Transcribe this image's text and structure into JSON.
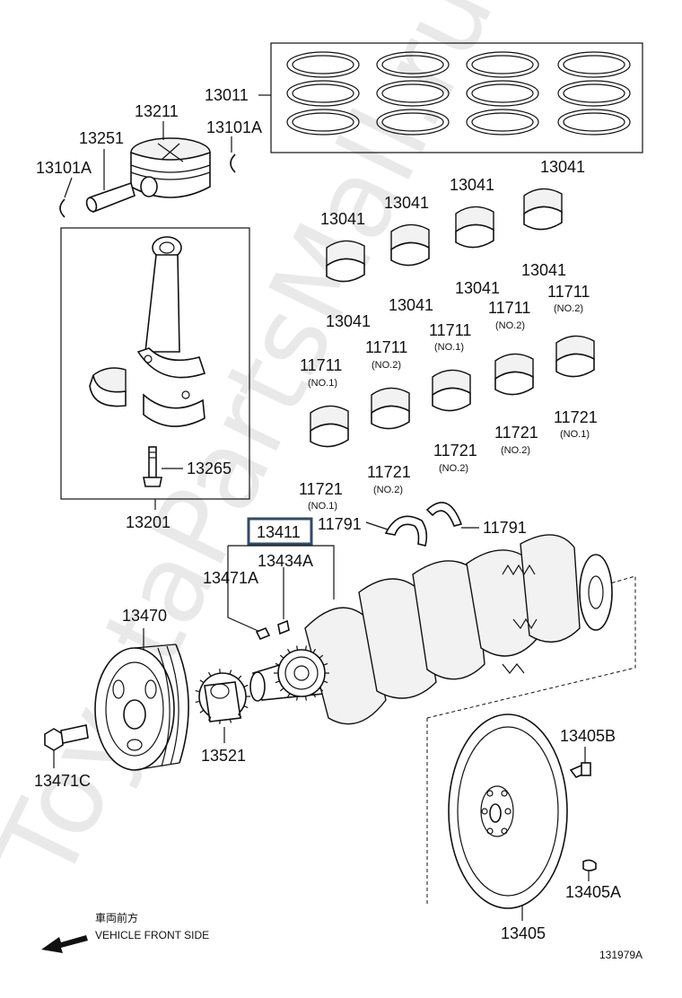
{
  "watermark": "ToyotaPartsMall.ru",
  "labels": {
    "piston_rings": "13011",
    "piston": "13211",
    "piston_pin": "13251",
    "snap_ring_left": "13101A",
    "snap_ring_right": "13101A",
    "conrod_assembly": "13201",
    "conrod_bolt": "13265",
    "conrod_bearing_1a": "13041",
    "conrod_bearing_1b": "13041",
    "conrod_bearing_2a": "13041",
    "conrod_bearing_2b": "13041",
    "conrod_bearing_3a": "13041",
    "conrod_bearing_3b": "13041",
    "conrod_bearing_4a": "13041",
    "conrod_bearing_4b": "13041",
    "main_bearing_upper_1": "11711",
    "main_bearing_upper_2": "11711",
    "main_bearing_upper_3": "11711",
    "main_bearing_upper_4": "11711",
    "main_bearing_upper_5": "11711",
    "main_bearing_lower_1": "11721",
    "main_bearing_lower_2": "11721",
    "main_bearing_lower_3": "11721",
    "main_bearing_lower_4": "11721",
    "main_bearing_lower_5": "11721",
    "thrust_washer_left": "11791",
    "thrust_washer_right": "11791",
    "crankshaft": "13411",
    "crankshaft_key_a": "13434A",
    "crankshaft_key_b": "13471A",
    "pulley": "13470",
    "pulley_bolt": "13471C",
    "timing_sprocket": "13521",
    "flywheel": "13405",
    "flywheel_bolt": "13405B",
    "flywheel_pin": "13405A"
  },
  "sublabels": {
    "u1": "(NO.1)",
    "u2": "(NO.2)",
    "u3": "(NO.1)",
    "u4": "(NO.2)",
    "u5": "(NO.2)",
    "l1": "(NO.1)",
    "l2": "(NO.2)",
    "l3": "(NO.2)",
    "l4": "(NO.2)",
    "l5": "(NO.1)"
  },
  "direction": {
    "japanese": "車両前方",
    "english": "VEHICLE FRONT SIDE"
  },
  "figure_id": "131979A",
  "colors": {
    "highlight_box": "#2f4a66",
    "line": "#111111"
  }
}
